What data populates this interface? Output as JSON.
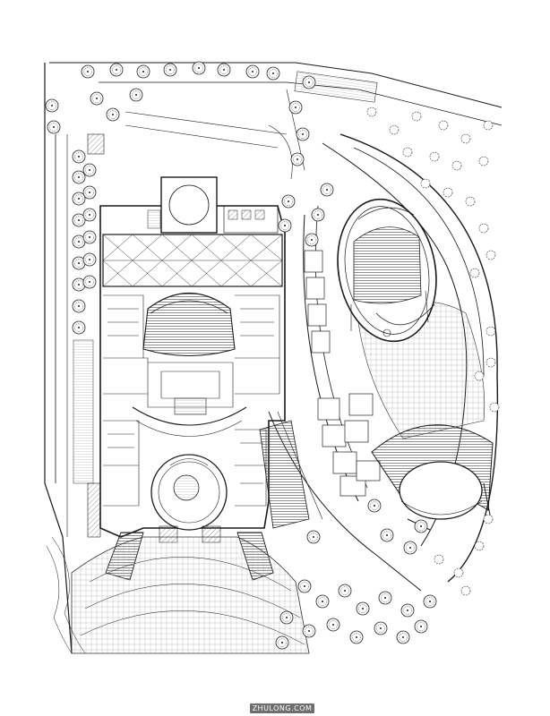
{
  "drawing": {
    "kind": "architectural site plan",
    "line_color": "#1a1a1a",
    "paper_color": "#ffffff",
    "hatch_color": "#4a4a4a",
    "tree_icon": "tree-symbol"
  },
  "watermark": {
    "text": "ZHULONG.COM",
    "background": "#6e6e6e"
  }
}
